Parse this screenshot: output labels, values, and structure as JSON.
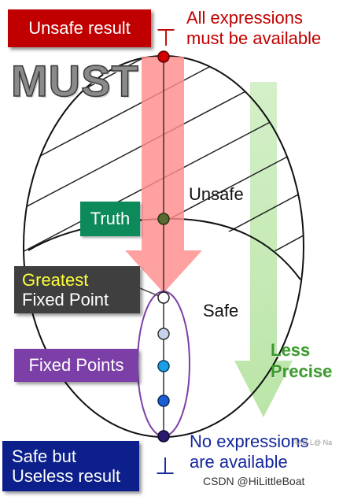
{
  "labels": {
    "unsafe_result": "Unsafe result",
    "top_note_line1": "All expressions",
    "top_note_line2": "must be available",
    "must": "MUST",
    "truth": "Truth",
    "unsafe_region": "Unsafe",
    "greatest": "Greatest",
    "fixed_point": "Fixed Point",
    "safe_region": "Safe",
    "fixed_points": "Fixed Points",
    "less": "Less",
    "precise": "Precise",
    "bottom_note_line1": "No expressions",
    "bottom_note_line2": "are available",
    "safe_but": "Safe but",
    "useless_result": "Useless result",
    "top_symbol": "⊤",
    "bottom_symbol": "⊥"
  },
  "watermark": {
    "csdn": "CSDN @HiLittleBoat",
    "faint": "RAD·L@ Na"
  },
  "colors": {
    "unsafe_red": "#c00000",
    "truth_green": "#0d8a5a",
    "fixed_points_purple": "#7b3fa7",
    "safe_navy": "#0c1f8a",
    "gfp_gray": "#3f3f3f",
    "gfp_yellow": "#ffff3a",
    "arrow_pink": "#ff8c8c",
    "less_green": "#3c9a2e"
  },
  "icons": [
    "top-symbol-icon",
    "bottom-symbol-icon",
    "down-arrow-icon"
  ]
}
